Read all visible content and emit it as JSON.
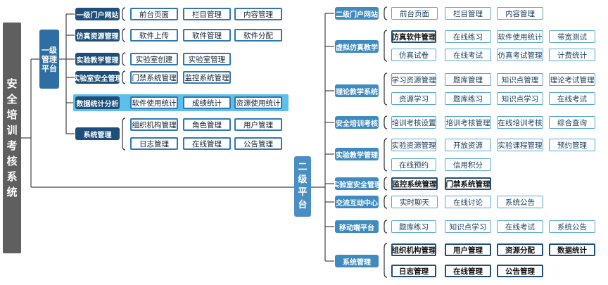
{
  "root": {
    "label": "安全培训考核系统"
  },
  "level1": {
    "label": "一级管理平台",
    "groups": [
      {
        "label": "一级门户网站",
        "items": [
          "前台页面",
          "栏目管理",
          "内容管理"
        ]
      },
      {
        "label": "仿真资源管理",
        "items": [
          "软件上传",
          "软件管理",
          "软件分配"
        ]
      },
      {
        "label": "实验教学管理",
        "items": [
          "实验室创建",
          "实验室管理"
        ]
      },
      {
        "label": "实验室安全管理",
        "items": [
          "门禁系统管理",
          "监控系统管理"
        ]
      },
      {
        "label": "数据统计分析",
        "items": [
          "软件使用统计",
          "成绩统计",
          "资源使用统计"
        ]
      },
      {
        "label": "系统管理",
        "items": [
          "组织机构管理",
          "角色管理",
          "用户管理",
          "日志管理",
          "在线管理",
          "公告管理"
        ]
      }
    ]
  },
  "level2": {
    "label": "二级平台",
    "groups": [
      {
        "label": "二级门户网站",
        "items": [
          "前台页面",
          "栏目管理",
          "内容管理"
        ]
      },
      {
        "label": "虚拟仿真教学",
        "items": [
          "仿真软件管理",
          "在线练习",
          "软件使用统计",
          "带宽测试",
          "仿真试卷",
          "在线考试",
          "仿真考试管理",
          "计费统计"
        ]
      },
      {
        "label": "理论教学系统",
        "items": [
          "学习资源管理",
          "题库管理",
          "知识点管理",
          "理论考试管理",
          "资源学习",
          "题库练习",
          "知识点学习",
          "在线考试"
        ]
      },
      {
        "label": "安全培训考核",
        "items": [
          "培训考核设置",
          "培训考核管理",
          "在线培训考核",
          "综合查询"
        ]
      },
      {
        "label": "实验教学管理",
        "items": [
          "实验资源管理",
          "开放资源",
          "实验课程管理",
          "预约管理",
          "在线预约",
          "信用积分"
        ]
      },
      {
        "label": "实验室安全管理",
        "items": [
          "监控系统管理",
          "门禁系统管理"
        ]
      },
      {
        "label": "交流互动中心",
        "items": [
          "实时聊天",
          "在线讨论",
          "系统公告"
        ]
      },
      {
        "label": "移动端平台",
        "items": [
          "题库练习",
          "知识点学习",
          "在线考试",
          "系统公告"
        ]
      },
      {
        "label": "系统管理",
        "items": [
          "组织机构管理",
          "用户管理",
          "资源分配",
          "数据统计",
          "日志管理",
          "在线管理",
          "公告管理"
        ]
      }
    ]
  }
}
